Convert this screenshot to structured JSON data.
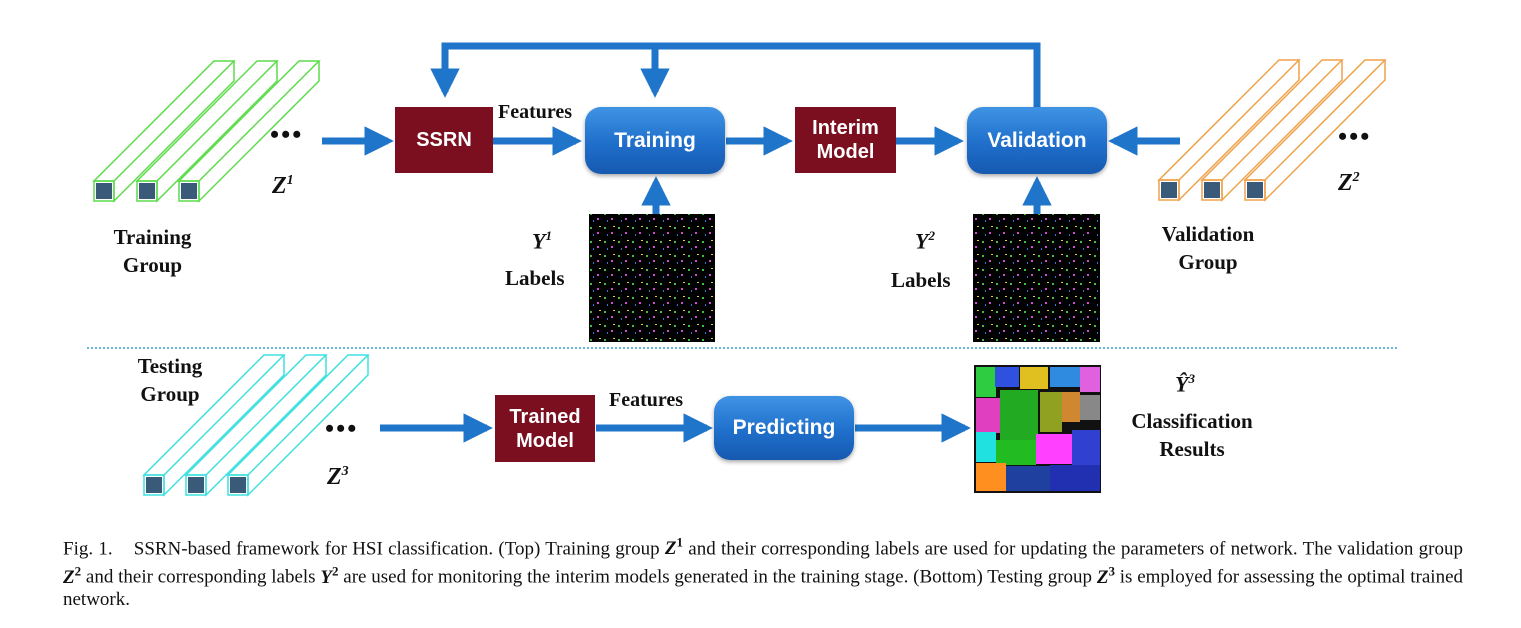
{
  "colors": {
    "arrow": "#1f75c9",
    "red_box": "#7b0f20",
    "training_cube": "#5cdc4a",
    "validation_cube": "#f0a24a",
    "testing_cube": "#3fe0e0",
    "divider": "#3a9fd0"
  },
  "top": {
    "training_group": "Training\nGroup",
    "training_group_line1": "Training",
    "training_group_line2": "Group",
    "z1_base": "Z",
    "z1_sup": "1",
    "ssrn": "SSRN",
    "features": "Features",
    "training": "Training",
    "interim_line1": "Interim",
    "interim_line2": "Model",
    "validation": "Validation",
    "validation_group_line1": "Validation",
    "validation_group_line2": "Group",
    "z2_base": "Z",
    "z2_sup": "2",
    "y1_base": "Y",
    "y1_sup": "1",
    "y2_base": "Y",
    "y2_sup": "2",
    "labels_left": "Labels",
    "labels_right": "Labels",
    "dots": "•••"
  },
  "bottom": {
    "testing_group_line1": "Testing",
    "testing_group_line2": "Group",
    "z3_base": "Z",
    "z3_sup": "3",
    "trained_line1": "Trained",
    "trained_line2": "Model",
    "features": "Features",
    "predicting": "Predicting",
    "yhat_base": "Ŷ",
    "yhat_sup": "3",
    "results_line1": "Classification",
    "results_line2": "Results",
    "dots": "•••"
  },
  "caption": {
    "fig": "Fig. 1.",
    "part1": "SSRN-based framework for HSI classification. (Top) Training group",
    "z1": "Z",
    "z1_sup": "1",
    "part2": "and their corresponding labels are used for updating the parameters of network. The validation group",
    "z2": "Z",
    "z2_sup": "2",
    "part3": "and their corresponding labels",
    "y2": "Y",
    "y2_sup": "2",
    "part4": "are used for monitoring the interim models generated in the training stage. (Bottom) Testing group",
    "z3": "Z",
    "z3_sup": "3",
    "part5": "is employed for assessing the optimal trained network."
  }
}
